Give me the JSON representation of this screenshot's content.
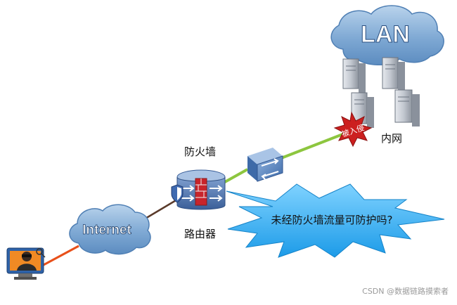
{
  "nodes": {
    "lan_label": "LAN",
    "intranet_label": "内网",
    "intrusion_label": "被入侵",
    "firewall_label": "防火墙",
    "router_label": "路由器",
    "internet_label": "Internet"
  },
  "callout": {
    "question": "未经防火墙流量可防护吗?"
  },
  "watermark": {
    "text": "CSDN @数据链路摸索者"
  },
  "colors": {
    "cloud_blue": "#6f9dcc",
    "lan_link": "#8dc63f",
    "internet_link": "#e8501a",
    "wan_link": "#5a3a2a",
    "burst_fill": "#2aa8ee",
    "intrusion_red": "#cc1f1f"
  },
  "icons": {
    "attacker": "hacker-monitor-icon",
    "firewall_router": "firewall-router-icon",
    "switch": "switch-icon",
    "servers": "server-tower-icon",
    "shield": "shield-icon"
  }
}
